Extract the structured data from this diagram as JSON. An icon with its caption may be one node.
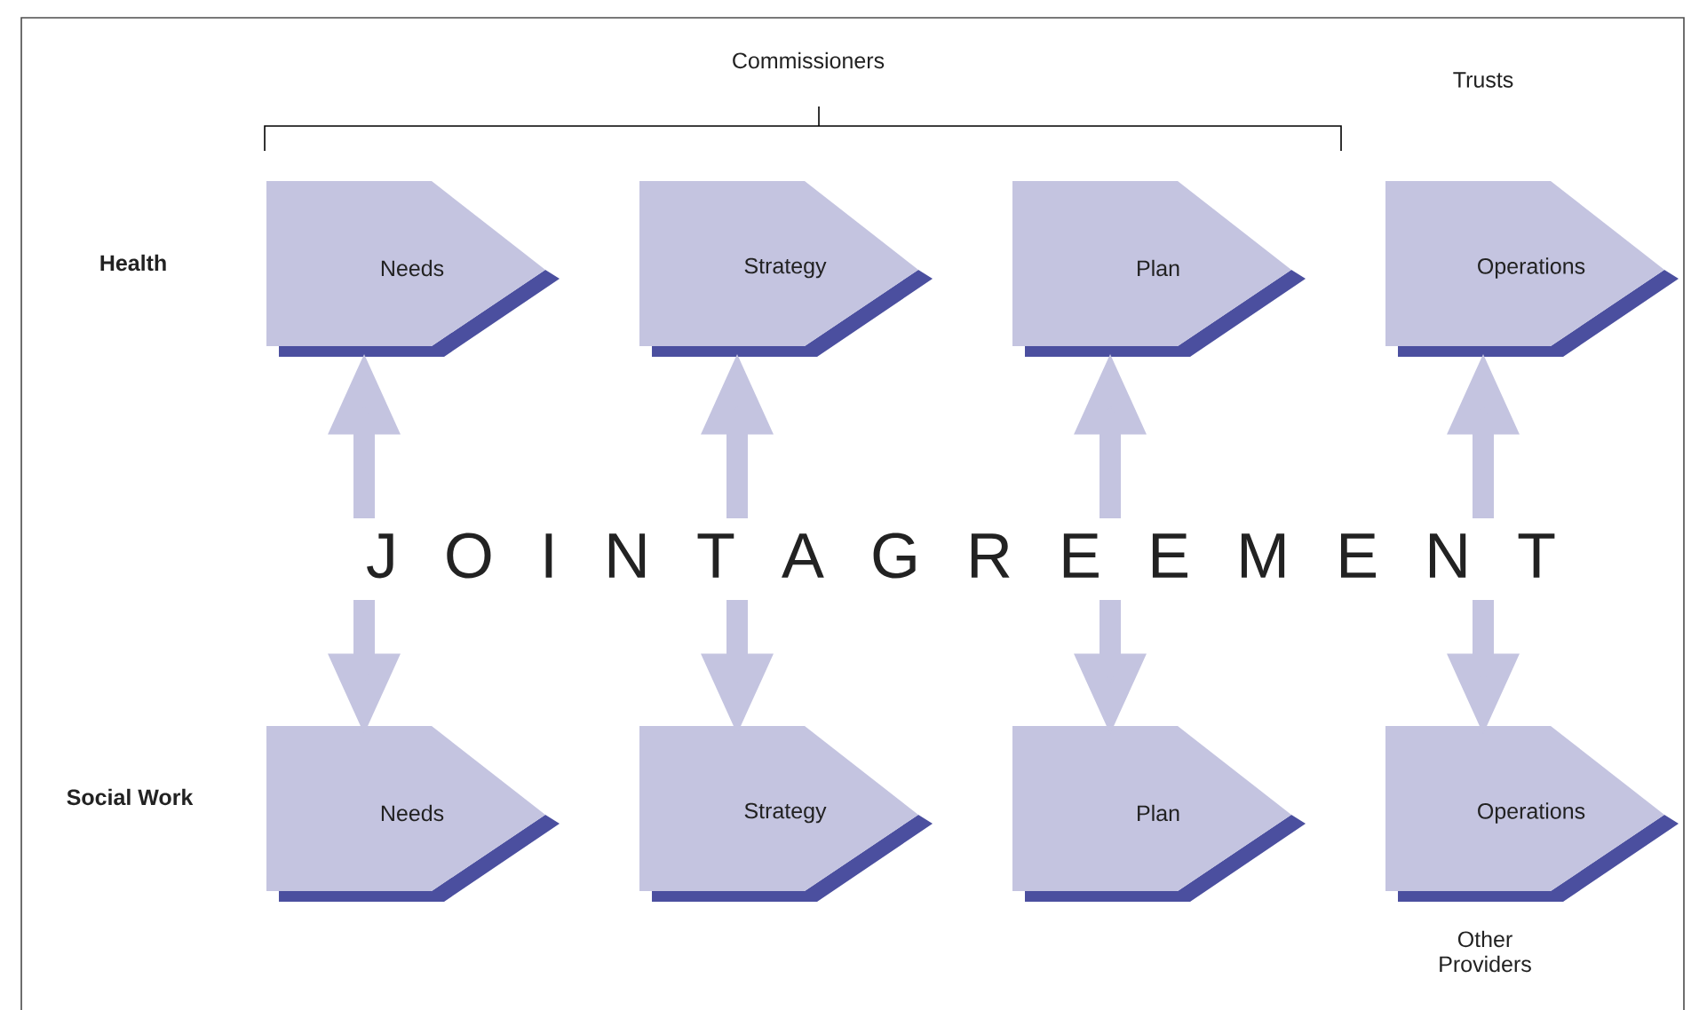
{
  "diagram": {
    "nodes": [
      {
        "text": [
          "Needs"
        ]
      },
      {
        "text": [
          "Strategy"
        ]
      },
      {
        "text": [
          "Plan"
        ]
      },
      {
        "text": [
          "Operations"
        ]
      },
      {
        "text": [
          "Needs"
        ]
      },
      {
        "text": [
          "Strategy"
        ]
      },
      {
        "text": [
          "Plan"
        ]
      },
      {
        "text": [
          "Operations"
        ]
      }
    ],
    "edges": [
      {
        "from": null,
        "to": 0,
        "arrow": "to"
      },
      {
        "from": null,
        "to": 4,
        "arrow": "to"
      },
      {
        "from": null,
        "to": 1,
        "arrow": "to"
      },
      {
        "from": null,
        "to": 5,
        "arrow": "to"
      },
      {
        "from": null,
        "to": 2,
        "arrow": "to"
      },
      {
        "from": null,
        "to": 6,
        "arrow": "to"
      },
      {
        "from": null,
        "to": 3,
        "arrow": "to"
      },
      {
        "from": null,
        "to": 7,
        "arrow": "to"
      }
    ],
    "labels": [
      "Commissioners",
      "Trusts",
      "Health",
      "J O I N T A G R E E M E N T",
      "Social Work",
      "Other Providers"
    ]
  }
}
